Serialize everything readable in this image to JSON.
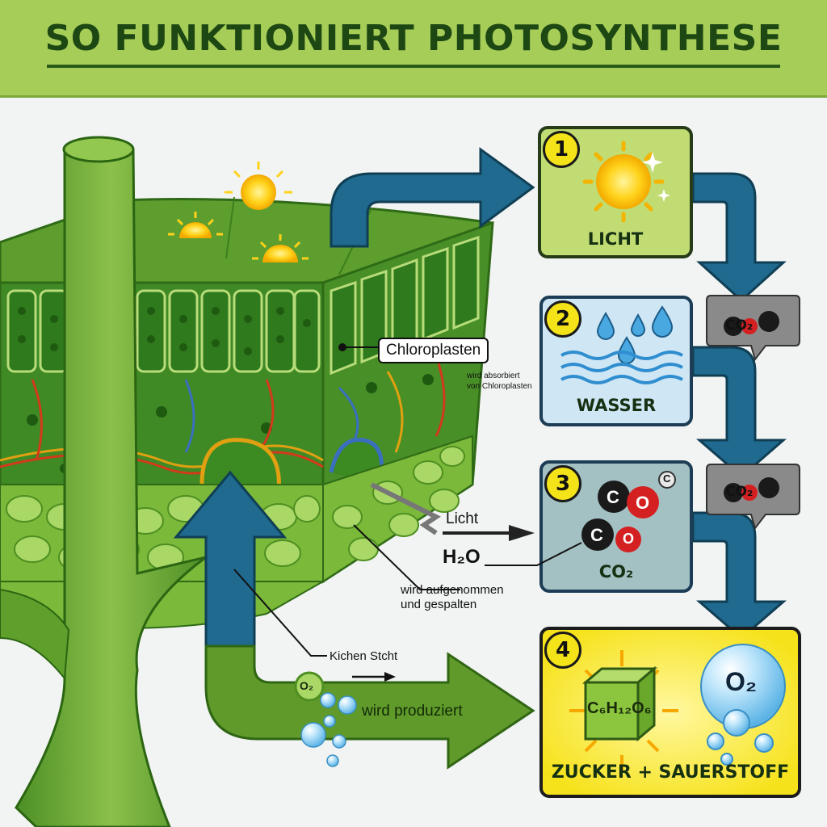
{
  "header": {
    "title": "SO FUNKTIONIERT PHOTOSYNTHESE"
  },
  "steps": [
    {
      "number": "1",
      "label": "LICHT"
    },
    {
      "number": "2",
      "label": "WASSER"
    },
    {
      "number": "3",
      "label": "CO₂"
    },
    {
      "number": "4",
      "label": "ZUCKER + SAUERSTOFF"
    }
  ],
  "molecules": {
    "co2_bubble": "CO₂",
    "co2_small_c": "C",
    "atom_c": "C",
    "atom_o": "O",
    "glucose": "C₆H₁₂O₆",
    "o2_big": "O₂",
    "o2_small": "O₂"
  },
  "callouts": {
    "chloroplasten": "Chloroplasten",
    "absorbed_line1": "wird absorbiert",
    "absorbed_line2": "von Chloroplasten",
    "licht": "Licht",
    "h2o": "H₂O",
    "taken_line1": "wird aufgenommen",
    "taken_line2": "und gespalten",
    "kichen": "Kichen Stcht",
    "produced": "wird produziert"
  },
  "colors": {
    "header_bg": "#a6cd57",
    "title": "#1d4713",
    "arrow_blue": "#1f6a8e",
    "arrow_green": "#5f9a2a",
    "leaf_green": "#4d8f2a",
    "badge_yellow": "#f5e31a"
  }
}
